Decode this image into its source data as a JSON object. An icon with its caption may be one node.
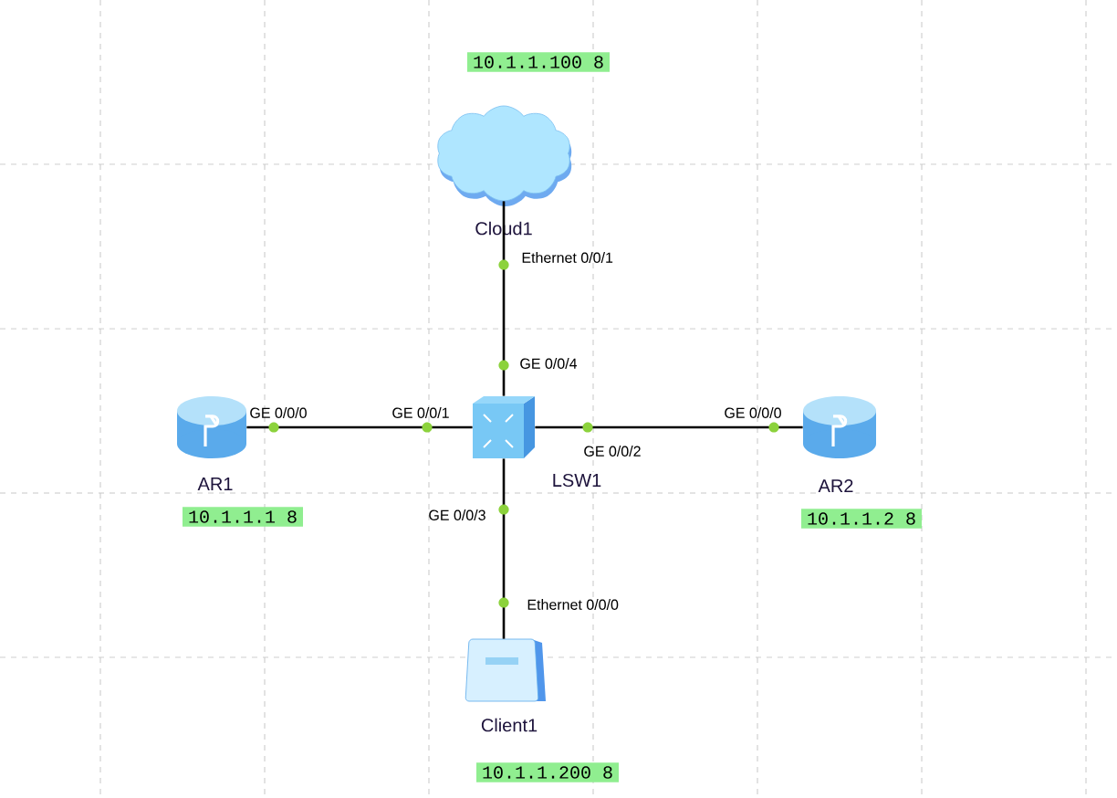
{
  "diagram": {
    "nodes": [
      {
        "text": [
          "10.1.1.100 8"
        ]
      },
      {
        "text": [
          "Cloud1"
        ]
      },
      {
        "text": [
          "AR1"
        ]
      },
      {
        "text": [
          "LSW1"
        ]
      },
      {
        "text": [
          "AR2"
        ]
      },
      {
        "text": [
          "10.1.1.1 8"
        ]
      },
      {
        "text": [
          "10.1.1.2 8"
        ]
      },
      {
        "text": [
          "Client1"
        ]
      },
      {
        "text": [
          "10.1.1.200 8"
        ]
      }
    ],
    "edges": [
      {
        "from": 1,
        "to": 3,
        "arrow": "none"
      },
      {
        "from": 2,
        "to": 3,
        "arrow": "none"
      },
      {
        "from": 3,
        "to": 4,
        "arrow": "none"
      },
      {
        "from": 3,
        "to": 7,
        "arrow": "none"
      }
    ],
    "labels": [
      "Ethernet 0/0/1",
      "GE 0/0/4",
      "GE 0/0/0",
      "GE 0/0/1",
      "GE 0/0/0",
      "GE 0/0/2",
      "GE 0/0/3",
      "Ethernet 0/0/0"
    ]
  }
}
